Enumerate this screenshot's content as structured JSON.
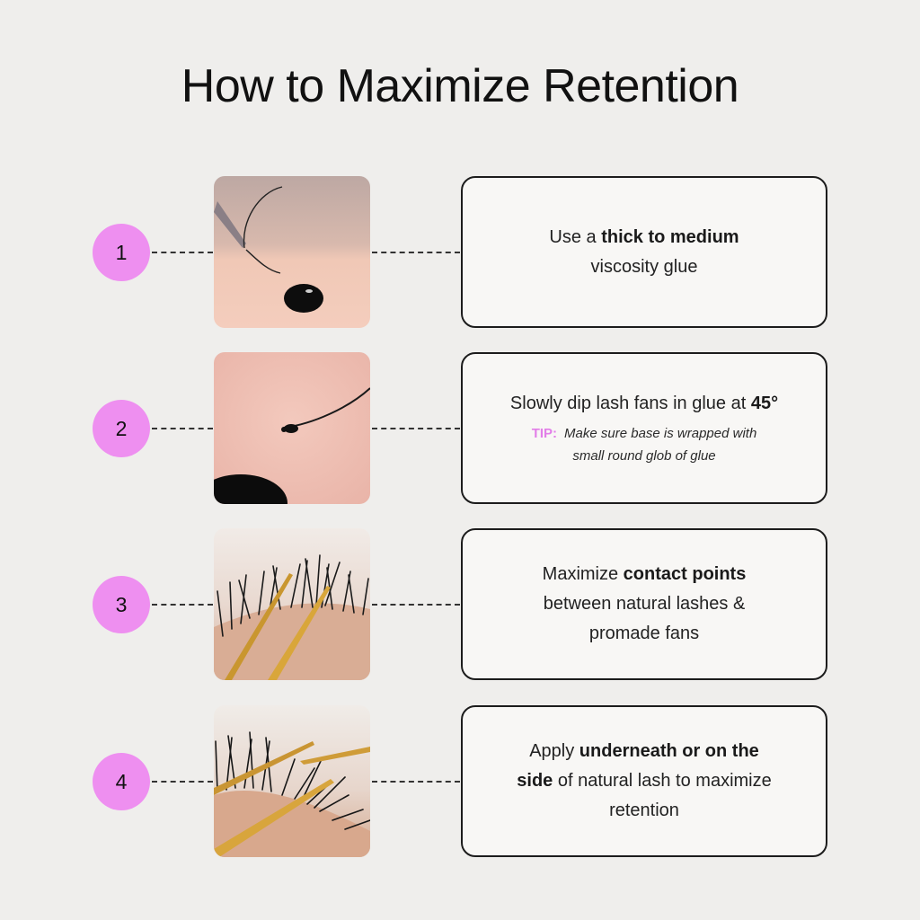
{
  "title": "How to Maximize Retention",
  "steps": [
    {
      "number": "1",
      "l1a": "Use a ",
      "l1b": "thick to medium",
      "l2": "viscosity glue"
    },
    {
      "number": "2",
      "l1a": "Slowly dip lash fans in glue at ",
      "l1b": "45°",
      "tip_label": "TIP:",
      "tip_l1": "Make sure base is wrapped with",
      "tip_l2": "small round glob of glue"
    },
    {
      "number": "3",
      "l1a": "Maximize ",
      "l1b": "contact points",
      "l2": "between natural lashes &",
      "l3": "promade fans"
    },
    {
      "number": "4",
      "l1a": "Apply ",
      "l1b": "underneath or on the",
      "l2a": "side",
      "l2b": " of natural lash to maximize",
      "l3": "retention"
    }
  ],
  "colors": {
    "badge": "#ee8ff0",
    "tip": "#e27ee8",
    "background": "#efeeec"
  }
}
